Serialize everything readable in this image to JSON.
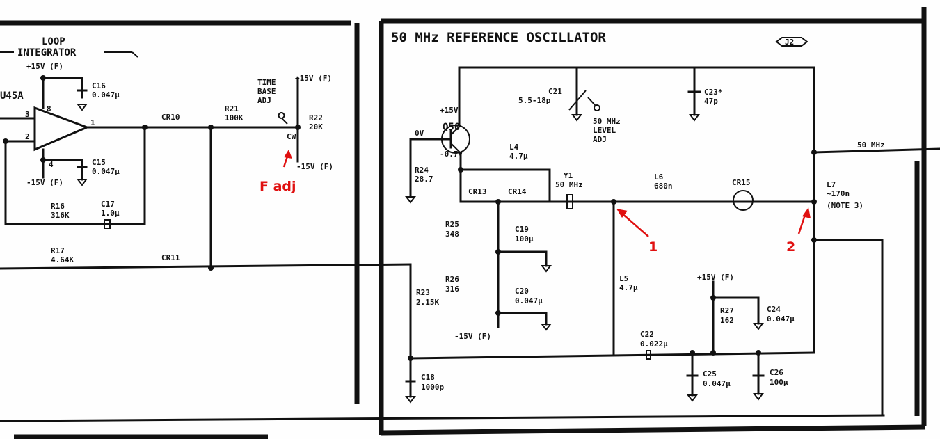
{
  "title": "50 MHz REFERENCE OSCILLATOR",
  "badge": "J2",
  "left_panel": {
    "title_line1": "LOOP",
    "title_line2": "INTEGRATOR",
    "opamp": "U45A"
  },
  "labels": {
    "p15_top": "+15V (F)",
    "c16": "C16",
    "c16v": "0.047µ",
    "c15": "C15",
    "c15v": "0.047µ",
    "m15_left": "-15V (F)",
    "pin3": "3",
    "pin2": "2",
    "pin8": "8",
    "pin4": "4",
    "pin1": "1",
    "cr10": "CR10",
    "r21": "R21",
    "r21v": "100K",
    "tb1": "TIME",
    "tb2": "BASE",
    "tb3": "ADJ",
    "p15_r22": "+15V (F)",
    "r22": "R22",
    "r22v": "20K",
    "cw": "CW",
    "m15_r22": "-15V (F)",
    "r16": "R16",
    "r16v": "316K",
    "c17": "C17",
    "c17v": "1.0µ",
    "r17": "R17",
    "r17v": "4.64K",
    "cr11": "CR11",
    "p15_q": "+15V",
    "q50": "Q50",
    "ov": "0V",
    "m07": "-0.7V",
    "c21": "C21",
    "c21v": "5.5-18p",
    "lvl1": "50 MHz",
    "lvl2": "LEVEL",
    "lvl3": "ADJ",
    "c23": "C23*",
    "c23v": "47p",
    "l4": "L4",
    "l4v": "4.7µ",
    "r24": "R24",
    "r24v": "28.7",
    "cr13": "CR13",
    "cr14": "CR14",
    "y1": "Y1",
    "y1v": "50 MHz",
    "l6": "L6",
    "l6v": "680n",
    "cr15": "CR15",
    "out": "50 MHz",
    "l7": "L7",
    "l7v": "~170n",
    "l7n": "(NOTE 3)",
    "r25": "R25",
    "r25v": "348",
    "c19": "C19",
    "c19v": "100µ",
    "r26": "R26",
    "r26v": "316",
    "c20": "C20",
    "c20v": "0.047µ",
    "m15_r": "-15V (F)",
    "r23": "R23",
    "r23v": "2.15K",
    "l5": "L5",
    "l5v": "4.7µ",
    "p15_r27": "+15V (F)",
    "r27": "R27",
    "r27v": "162",
    "c24": "C24",
    "c24v": "0.047µ",
    "c22": "C22",
    "c22v": "0.022µ",
    "c18": "C18",
    "c18v": "1000p",
    "c25": "C25",
    "c25v": "0.047µ",
    "c26": "C26",
    "c26v": "100µ"
  },
  "annotations": {
    "f_adj": "F adj",
    "point1": "1",
    "point2": "2",
    "color": "#e01010"
  }
}
